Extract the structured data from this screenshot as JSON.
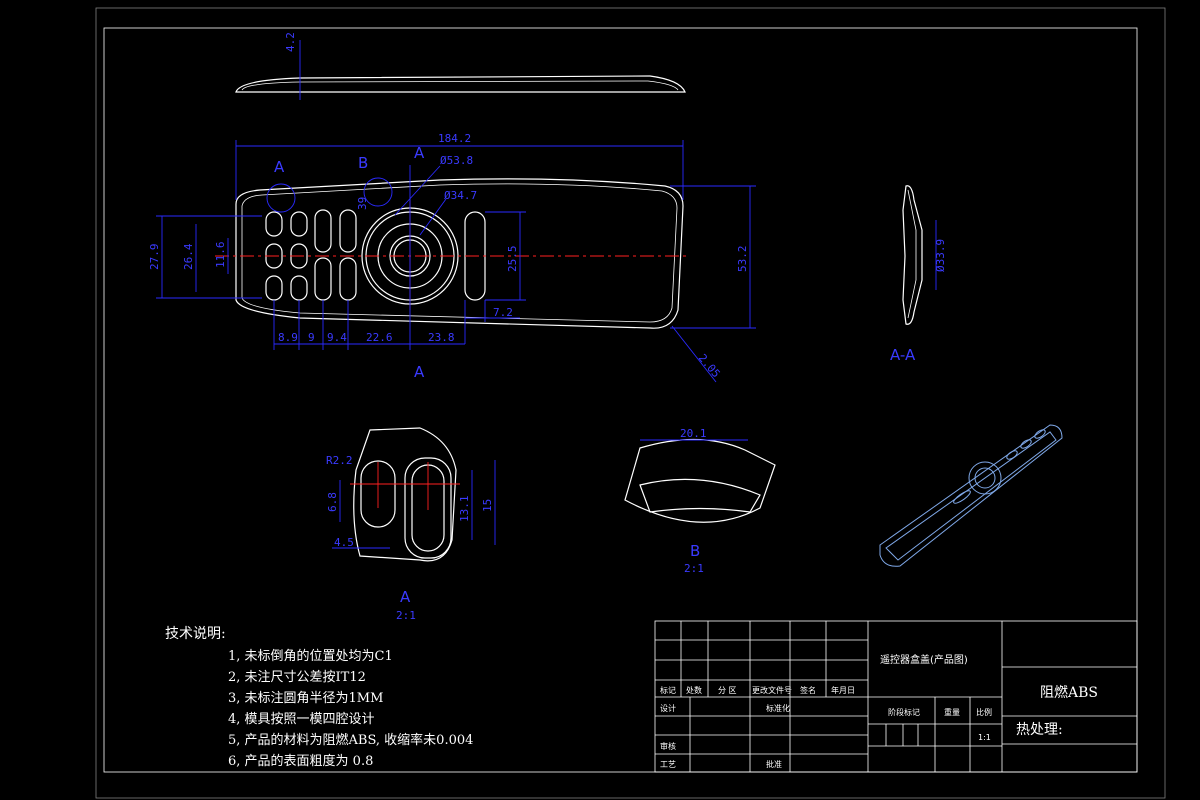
{
  "dims": {
    "top_thickness": "4.2",
    "overall_length": "184.2",
    "dpad_outer": "Ø53.8",
    "dpad_inner": "Ø34.7",
    "dim_39": "39",
    "left_h1": "27.9",
    "left_h2": "26.4",
    "left_h3": "11.6",
    "right_slot": "25.5",
    "overall_width": "53.2",
    "slot_offset": "7.2",
    "b1": "8.9",
    "b2": "9",
    "b3": "9.4",
    "b4": "22.6",
    "b5": "23.8",
    "angle": "2.05",
    "section_dia": "Ø33.9",
    "detailA_r": "R2.2",
    "detailA_h": "6.8",
    "detailA_w": "4.5",
    "detailA_h2": "13.1",
    "detailA_h3": "15",
    "detailB_w": "20.1"
  },
  "labels": {
    "sec_a_top": "A",
    "sec_a_bottom": "A",
    "view_a": "A",
    "view_b": "B",
    "section_view": "A-A",
    "detail_a": "A",
    "detail_a_scale": "2:1",
    "detail_b": "B",
    "detail_b_scale": "2:1"
  },
  "notes": {
    "title": "技术说明:",
    "items": [
      "1, 未标倒角的位置处均为C1",
      "2, 未注尺寸公差按IT12",
      "3, 未标注圆角半径为1MM",
      "4, 模具按照一模四腔设计",
      "5, 产品的材料为阻燃ABS, 收缩率未0.004",
      "6, 产品的表面粗度为 0.8"
    ]
  },
  "title_block": {
    "part_name": "遥控器盒盖(产品图)",
    "material": "阻燃ABS",
    "heat_treat": "热处理:",
    "scale": "1:1",
    "h_biaoji": "标记",
    "h_chushu": "处数",
    "h_fenqu": "分 区",
    "h_genggai": "更改文件号",
    "h_qianming": "签名",
    "h_nianyueri": "年月日",
    "r_sheji": "设计",
    "r_biaozhunhua": "标准化",
    "r_shenhe": "审核",
    "r_gongyi": "工艺",
    "r_pizhun": "批准",
    "c_jieduan": "阶段标记",
    "c_zhongliang": "重量",
    "c_bili": "比例"
  }
}
